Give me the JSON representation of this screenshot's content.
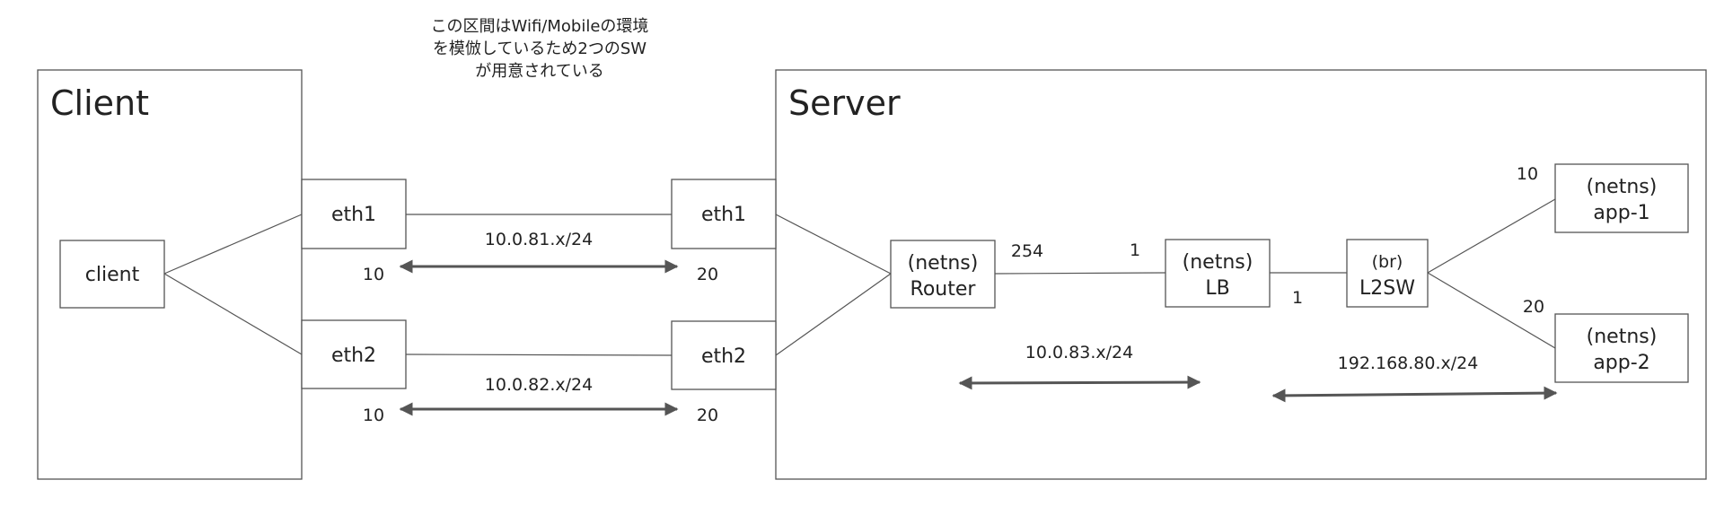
{
  "note": {
    "line1": "この区間はWifi/Mobileの環境",
    "line2": "を模倣しているため2つのSW",
    "line3": "が用意されている"
  },
  "client": {
    "title": "Client",
    "node": "client",
    "eth1": "eth1",
    "eth2": "eth2"
  },
  "server": {
    "title": "Server",
    "eth1": "eth1",
    "eth2": "eth2",
    "router": {
      "line1": "(netns)",
      "line2": "Router"
    },
    "lb": {
      "line1": "(netns)",
      "line2": "LB"
    },
    "l2sw": {
      "line1": "(br)",
      "line2": "L2SW"
    },
    "app1": {
      "line1": "(netns)",
      "line2": "app-1"
    },
    "app2": {
      "line1": "(netns)",
      "line2": "app-2"
    }
  },
  "links": {
    "net81": {
      "subnet": "10.0.81.x/24",
      "left_host": "10",
      "right_host": "20"
    },
    "net82": {
      "subnet": "10.0.82.x/24",
      "left_host": "10",
      "right_host": "20"
    },
    "net83": {
      "subnet": "10.0.83.x/24",
      "router_host": "254",
      "lb_host": "1"
    },
    "net80": {
      "subnet": "192.168.80.x/24",
      "lb_host": "1",
      "app1_host": "10",
      "app2_host": "20"
    }
  }
}
